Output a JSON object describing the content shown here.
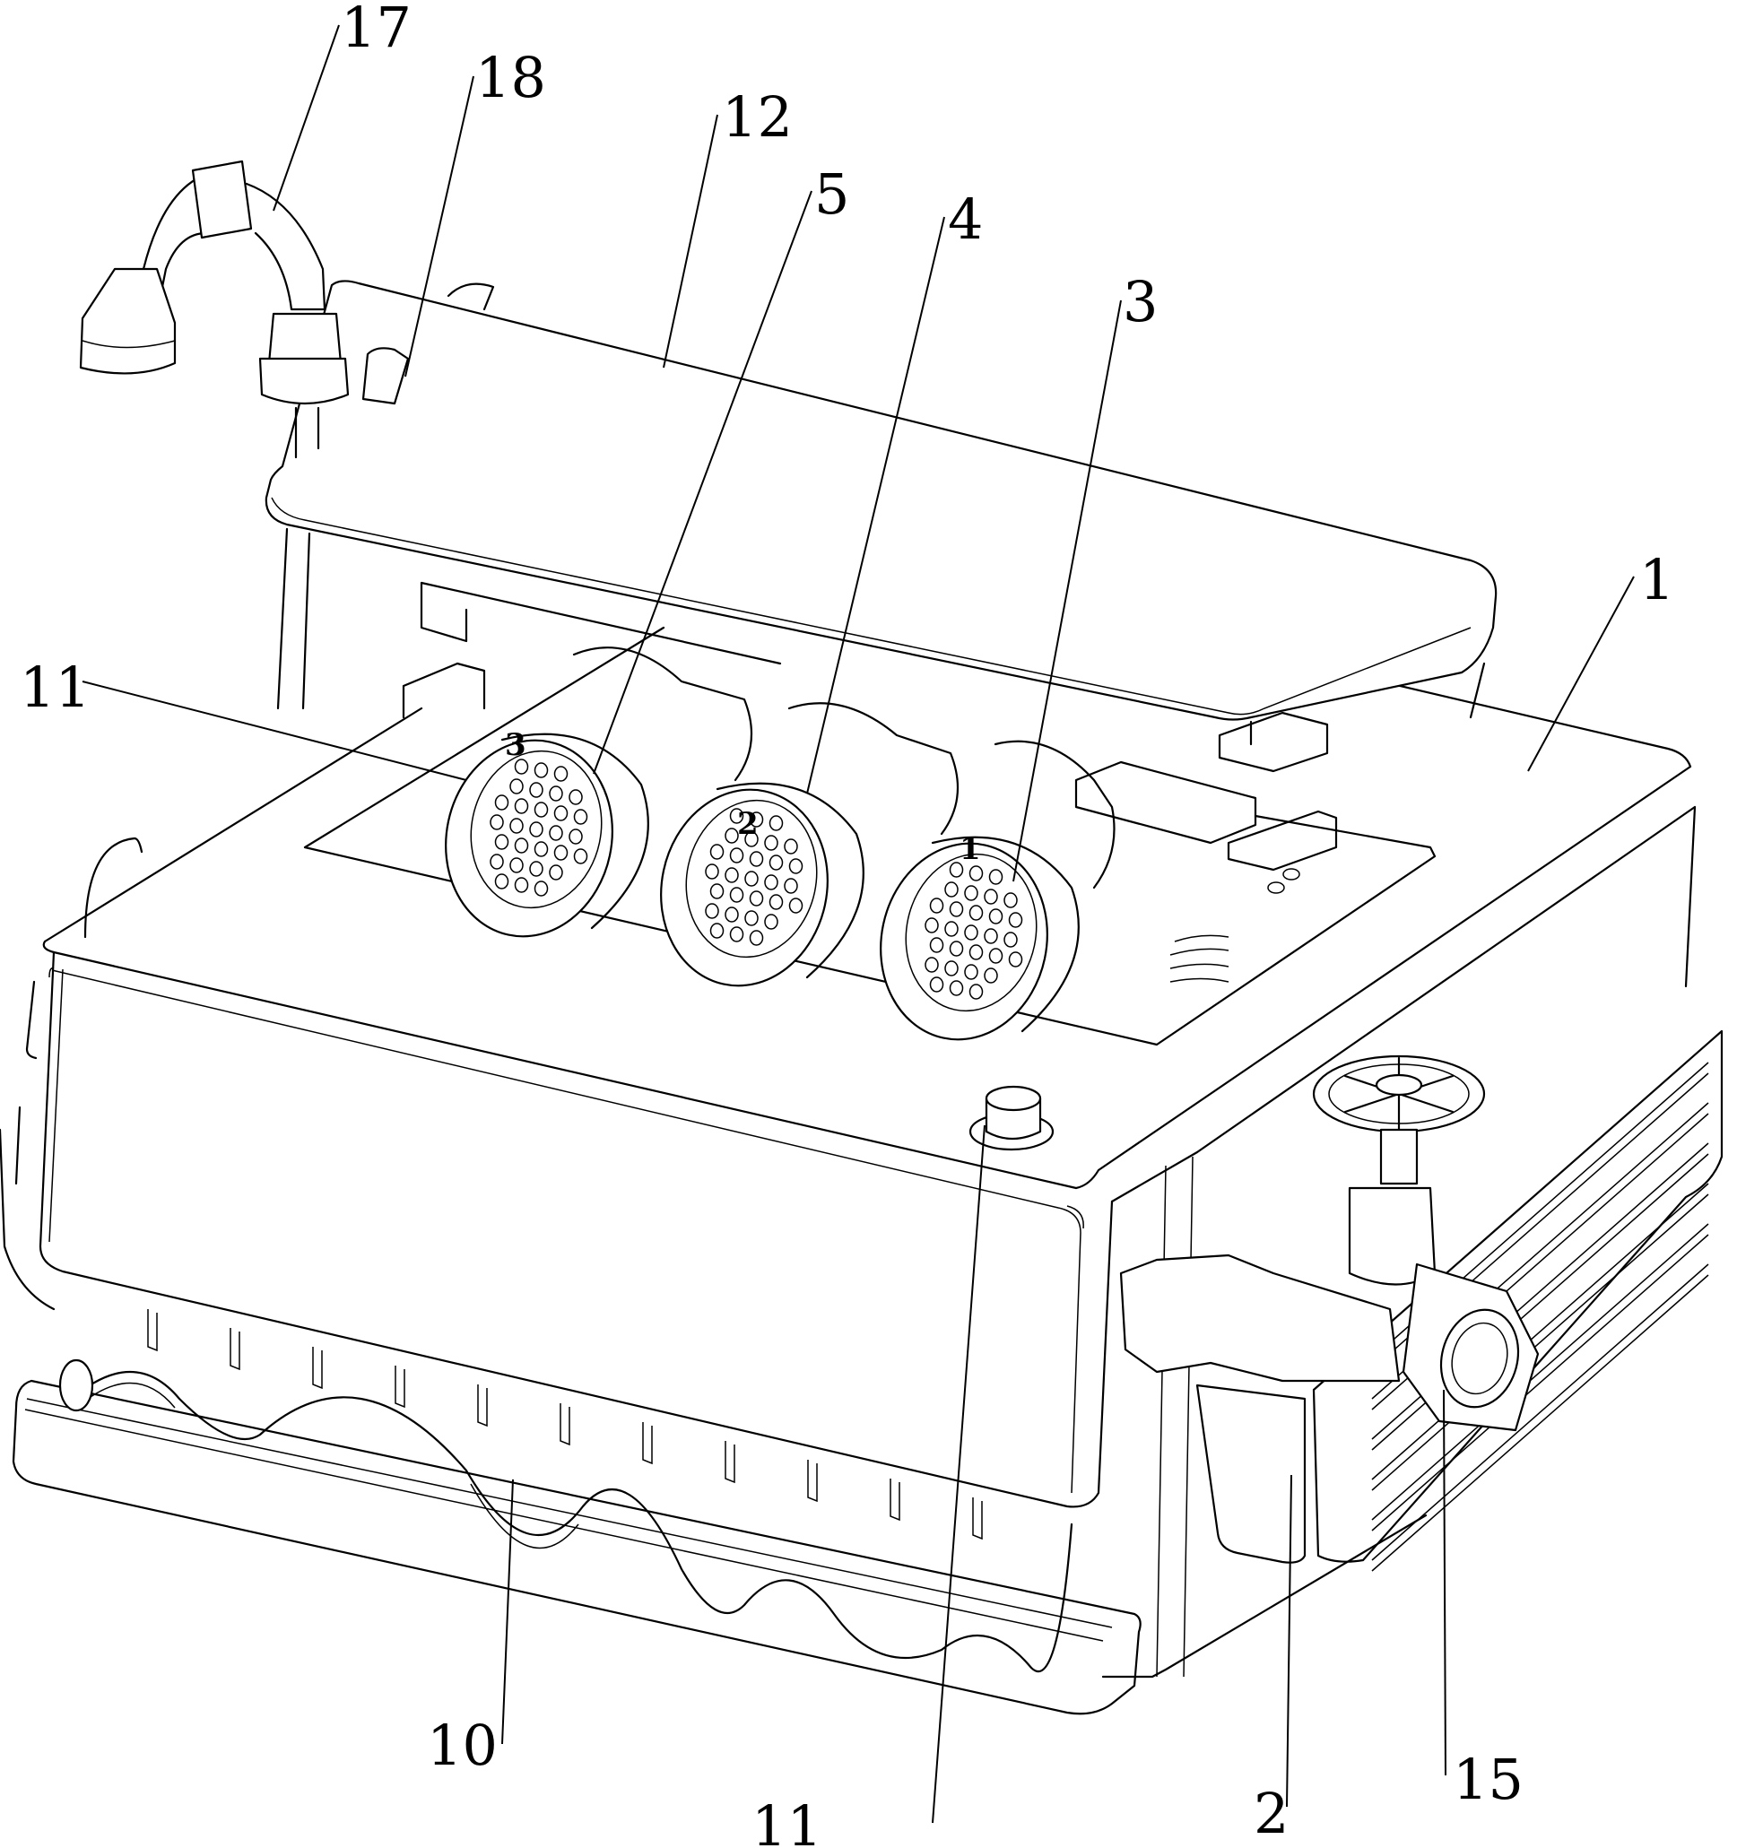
{
  "figure": {
    "type": "patent isometric line drawing",
    "line_color": "#000000",
    "background_color": "#ffffff"
  },
  "reference_labels": [
    {
      "id": "label-17",
      "text": "17",
      "part": "shower-head-pipe"
    },
    {
      "id": "label-18",
      "text": "18",
      "part": "pipe-connector"
    },
    {
      "id": "label-12",
      "text": "12",
      "part": "top-cover"
    },
    {
      "id": "label-5",
      "text": "5",
      "part": "filter-cartridge-3"
    },
    {
      "id": "label-4",
      "text": "4",
      "part": "filter-cartridge-2"
    },
    {
      "id": "label-3",
      "text": "3",
      "part": "filter-cartridge-1"
    },
    {
      "id": "label-1",
      "text": "1",
      "part": "main-housing"
    },
    {
      "id": "label-11-left",
      "text": "11",
      "part": "bracket"
    },
    {
      "id": "label-10",
      "text": "10",
      "part": "cable-tray"
    },
    {
      "id": "label-11-bottom",
      "text": "11",
      "part": "push-button"
    },
    {
      "id": "label-2",
      "text": "2",
      "part": "side-block"
    },
    {
      "id": "label-15",
      "text": "15",
      "part": "valve"
    }
  ],
  "cartridge_markings": [
    "3",
    "2",
    "1"
  ]
}
